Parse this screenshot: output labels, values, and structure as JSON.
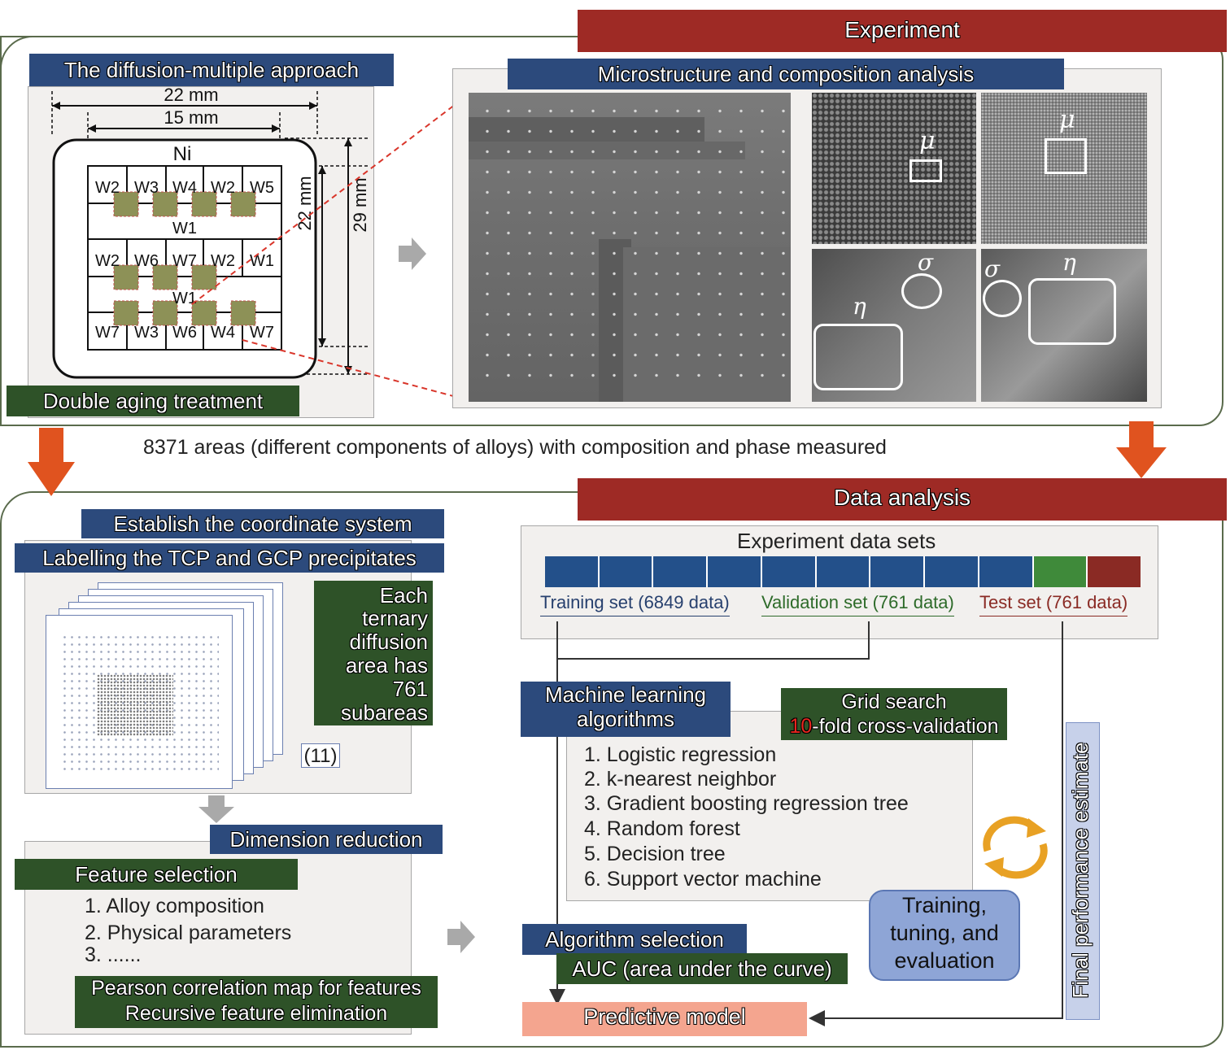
{
  "experiment": {
    "banner": "Experiment",
    "diffusion_title": "The diffusion-multiple approach",
    "dim_22": "22 mm",
    "dim_15": "15 mm",
    "dim_22v": "22 mm",
    "dim_29v": "29 mm",
    "ni_label": "Ni",
    "row1": [
      "W2",
      "W3",
      "W4",
      "W2",
      "W5"
    ],
    "w1_label_a": "W1",
    "row2": [
      "W2",
      "W6",
      "W7",
      "W2",
      "W1"
    ],
    "w1_label_b": "W1",
    "row3": [
      "W7",
      "W3",
      "W6",
      "W4",
      "W7"
    ],
    "aging_label": "Double aging treatment",
    "micro_title": "Microstructure and composition analysis",
    "phase_mu_1": "μ",
    "phase_mu_2": "μ",
    "phase_sigma_1": "σ",
    "phase_eta_1": "η",
    "phase_sigma_2": "σ",
    "phase_eta_2": "η"
  },
  "measured_caption": "8371 areas (different components of alloys) with composition and phase measured",
  "analysis": {
    "banner": "Data analysis",
    "coord_title": "Establish the coordinate system",
    "label_title": "Labelling the TCP and GCP precipitates",
    "subareas_lines": [
      "Each",
      "ternary",
      "diffusion",
      "area has",
      "761",
      "subareas"
    ],
    "stack_count": "(11)",
    "dim_reduction": "Dimension reduction",
    "feature_selection": "Feature selection",
    "features": [
      "1. Alloy composition",
      "2. Physical parameters",
      "3. ......"
    ],
    "pearson_line1": "Pearson correlation map for features",
    "pearson_line2": "Recursive feature elimination",
    "datasets_title": "Experiment data sets",
    "training_label": "Training set (6849 data)",
    "validation_label": "Validation set (761 data)",
    "test_label": "Test set (761 data)",
    "ml_title_1": "Machine learning",
    "ml_title_2": "algorithms",
    "grid_search": "Grid search",
    "cv_number": "10",
    "cv_rest": "-fold cross-validation",
    "algorithms": [
      "1. Logistic regression",
      "2. k-nearest neighbor",
      "3. Gradient boosting regression tree",
      "4. Random forest",
      "5. Decision tree",
      "6. Support vector machine"
    ],
    "training_tuning_lines": [
      "Training,",
      "tuning, and",
      "evaluation"
    ],
    "algorithm_selection": "Algorithm selection",
    "auc_label": "AUC (area under the curve)",
    "final_estimate": "Final performance estimate",
    "predictive_model": "Predictive model"
  },
  "colors": {
    "red_banner": "#9e2a25",
    "blue_label": "#2c4a7c",
    "green_label": "#2e5228",
    "orange_arrow": "#e0531f",
    "bar_blue": "#23508a",
    "bar_green": "#3f8a3a",
    "bar_red": "#8a2a24",
    "predictive_fill": "#f4a58f"
  }
}
